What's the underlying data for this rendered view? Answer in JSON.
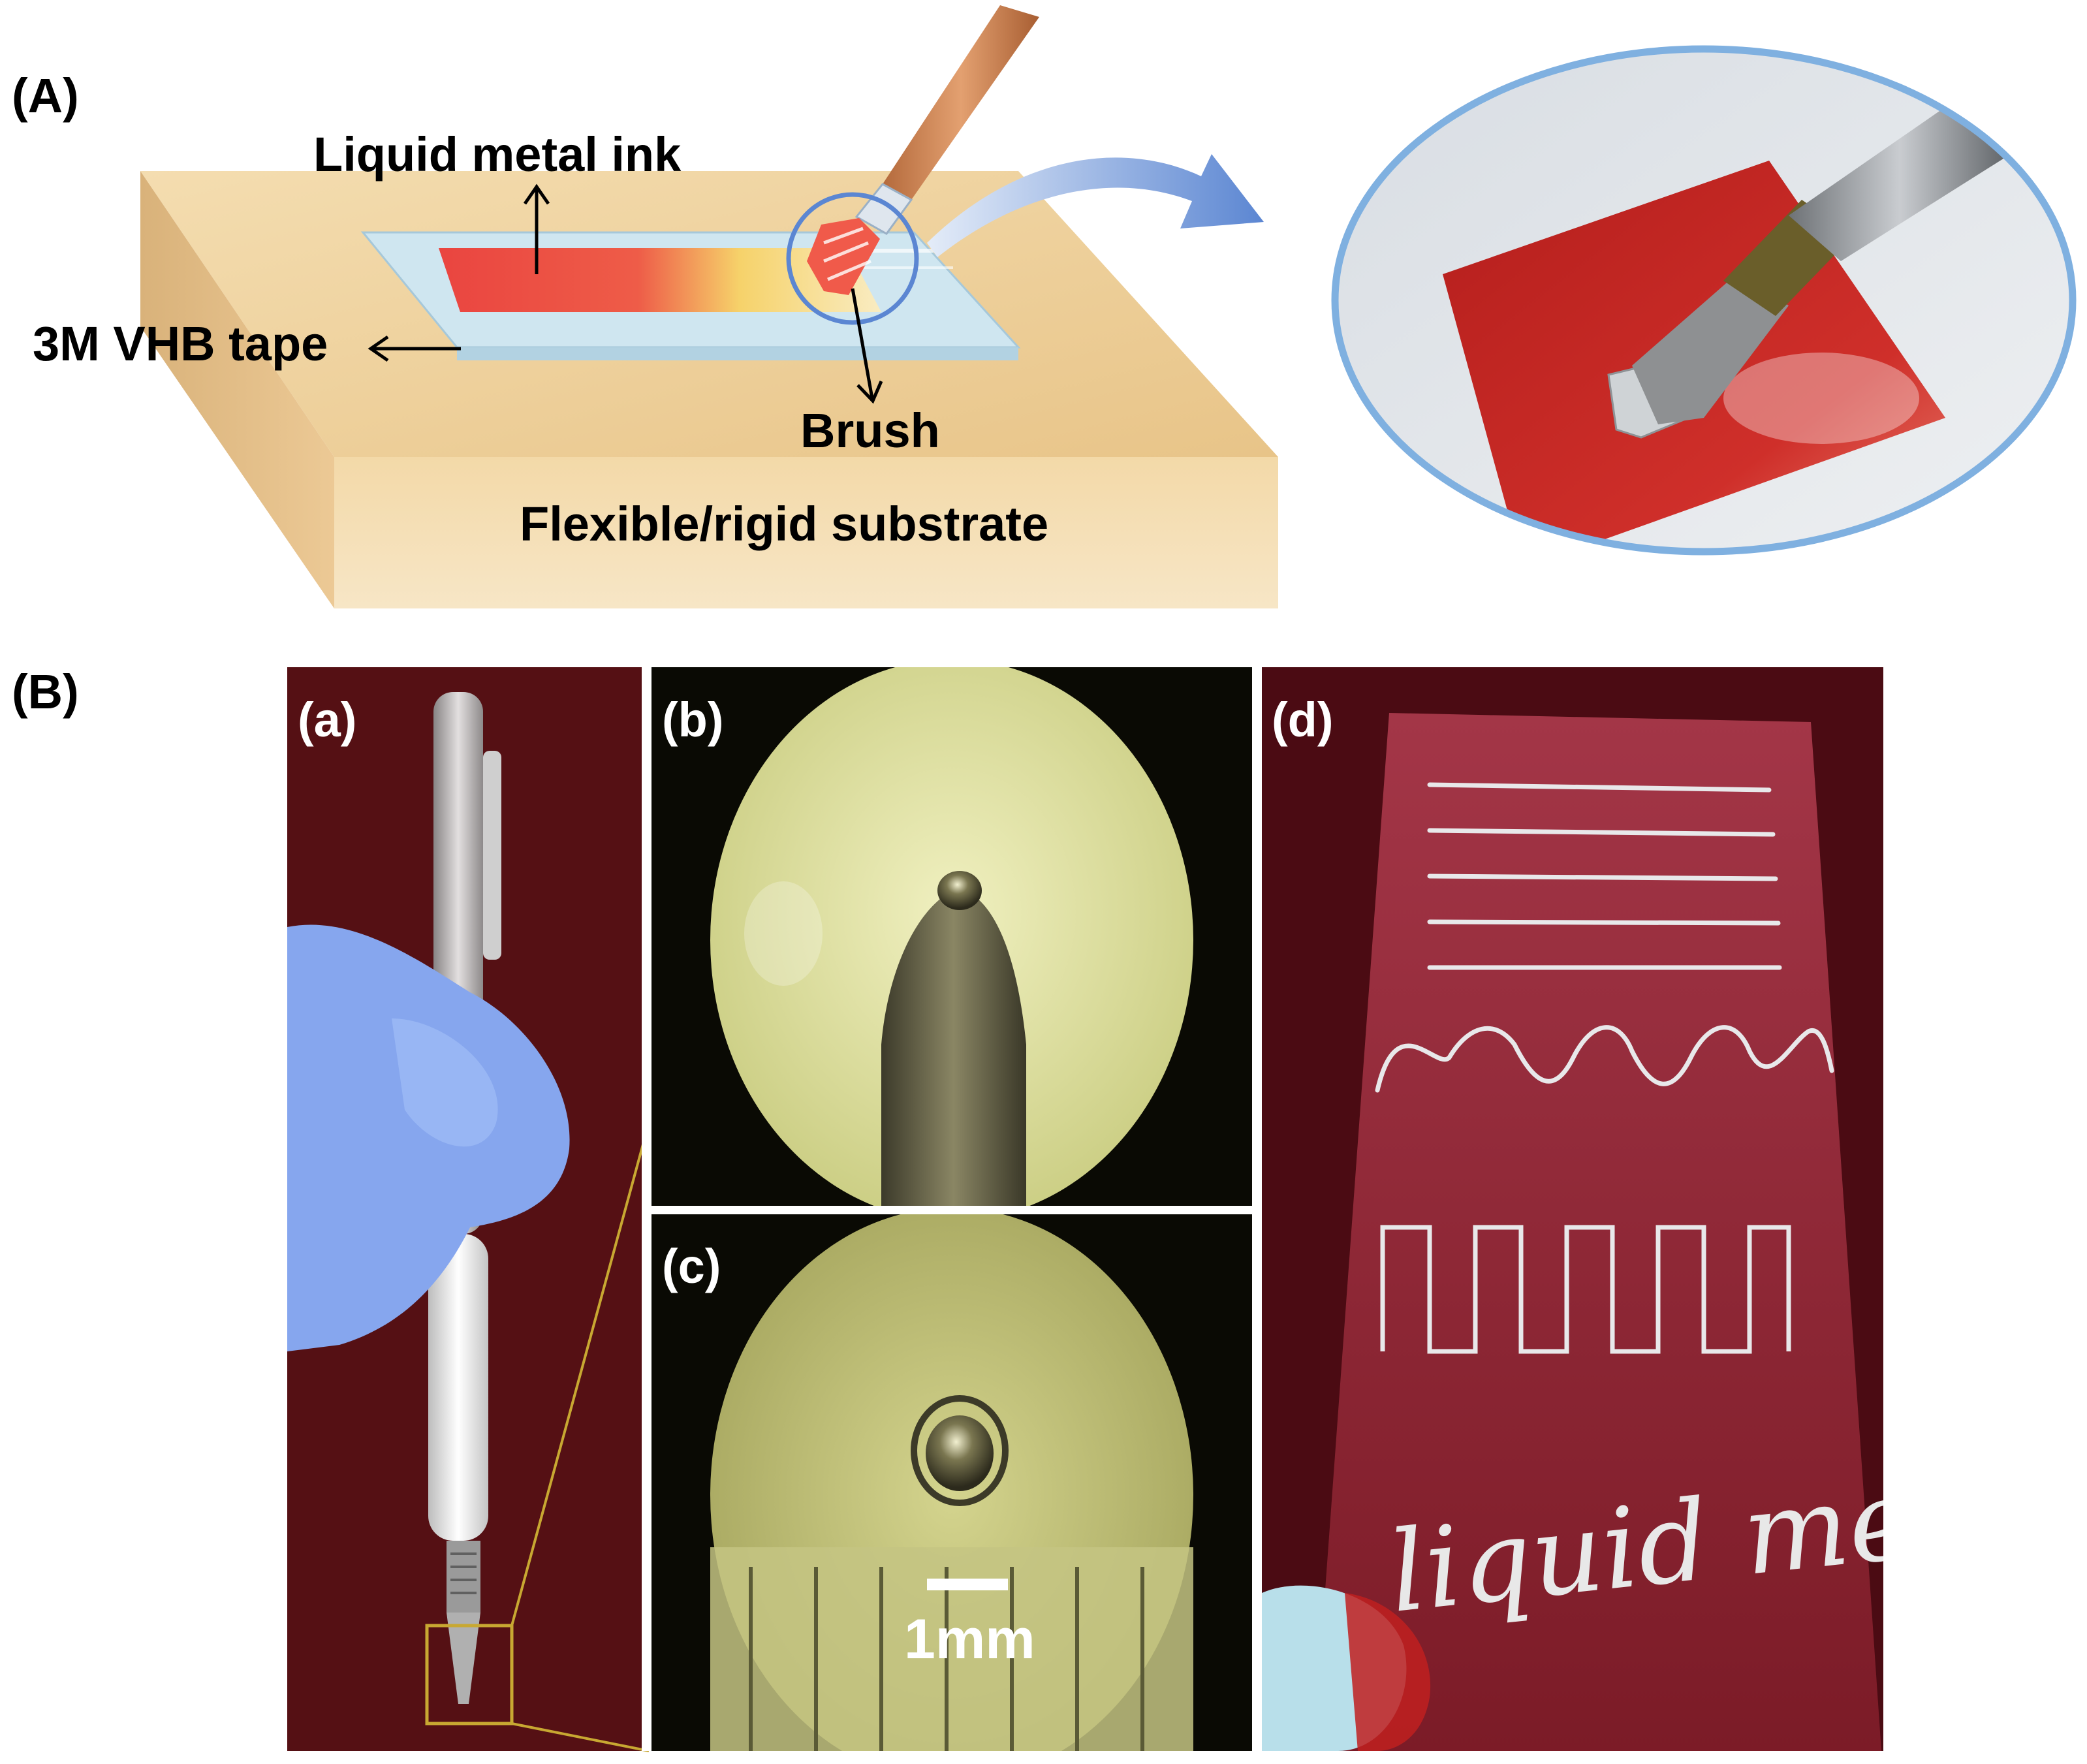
{
  "panel_a": {
    "label": "(A)",
    "ink_label": "Liquid metal ink",
    "tape_label": "3M VHB tape",
    "brush_label": "Brush",
    "substrate_label": "Flexible/rigid substrate"
  },
  "panel_b": {
    "label": "(B)",
    "sub_a": "(a)",
    "sub_b": "(b)",
    "sub_c": "(c)",
    "sub_d": "(d)",
    "scale_label": "1mm",
    "handwriting": "liquid metal"
  },
  "colors": {
    "substrate": "#f0d4a0",
    "ink_red": "#ea4540",
    "ink_yellow": "#f6d26a",
    "arrow_blue": "#5b86d2",
    "oval_border": "#7fb0e0",
    "dark_red_bg": "#4a0c10",
    "scope_yellow": "#e6e6a6",
    "glove_blue": "#86a6ee",
    "zoom_line": "#c8a832"
  },
  "icons": [
    "brush-icon",
    "pen-icon",
    "glove-icon",
    "curved-arrow-icon"
  ]
}
